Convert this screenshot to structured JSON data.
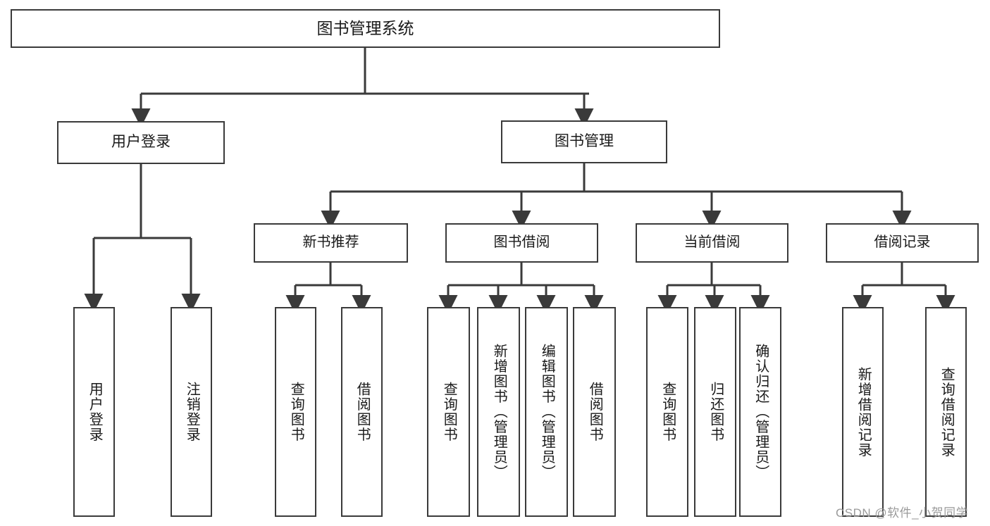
{
  "diagram": {
    "title": "图书管理系统",
    "type": "tree-hierarchy",
    "root": {
      "label": "图书管理系统"
    },
    "level1": [
      {
        "label": "用户登录"
      },
      {
        "label": "图书管理"
      }
    ],
    "level2": [
      {
        "label": "新书推荐"
      },
      {
        "label": "图书借阅"
      },
      {
        "label": "当前借阅"
      },
      {
        "label": "借阅记录"
      }
    ],
    "leaves": {
      "user_login": [
        {
          "label": "用户登录"
        },
        {
          "label": "注销登录"
        }
      ],
      "new_book_recommend": [
        {
          "label": "查询图书"
        },
        {
          "label": "借阅图书"
        }
      ],
      "book_borrow": [
        {
          "label": "查询图书"
        },
        {
          "label": "新增图书（管理员）"
        },
        {
          "label": "编辑图书（管理员）"
        },
        {
          "label": "借阅图书"
        }
      ],
      "current_borrow": [
        {
          "label": "查询图书"
        },
        {
          "label": "归还图书"
        },
        {
          "label": "确认归还（管理员）"
        }
      ],
      "borrow_record": [
        {
          "label": "新增借阅记录"
        },
        {
          "label": "查询借阅记录"
        }
      ]
    }
  },
  "watermark": {
    "text": "CSDN @软件_小贺同学"
  },
  "colors": {
    "stroke": "#3a3a3a",
    "fill": "#ffffff",
    "text": "#1a1a1a",
    "watermark": "#9a9a9a"
  }
}
